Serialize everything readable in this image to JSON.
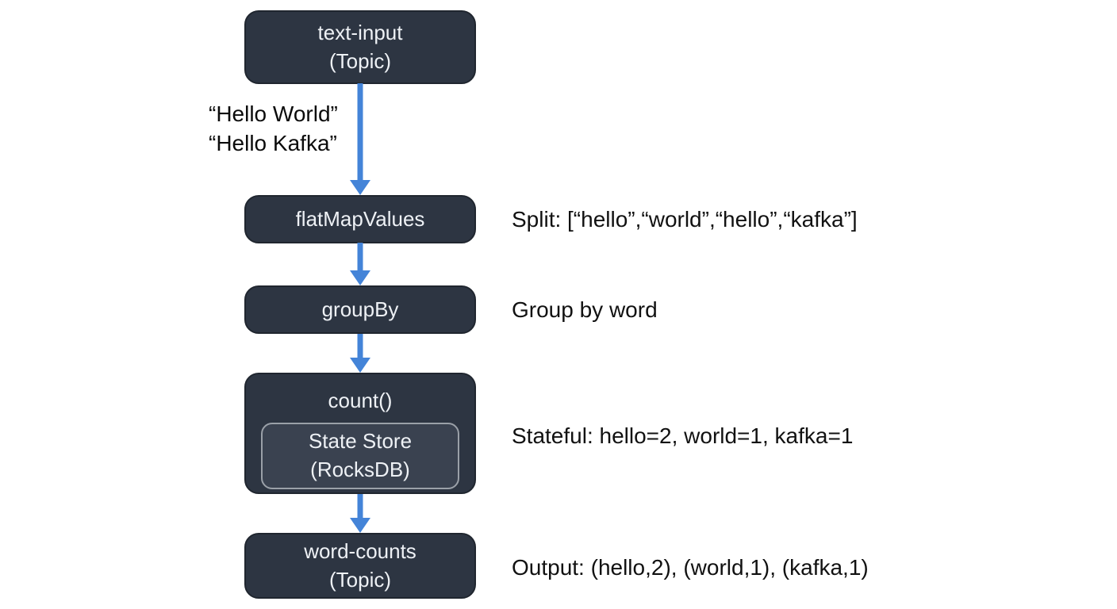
{
  "colors": {
    "background": "#ffffff",
    "node_fill": "#2d3542",
    "node_border": "#20262f",
    "node_text": "#eef1f5",
    "inner_node_fill": "#3a4250",
    "inner_node_border": "#9aa0a8",
    "arrow": "#4484d8",
    "annotation_text": "#111111"
  },
  "nodes": {
    "input_topic": {
      "line1": "text-input",
      "line2": "(Topic)"
    },
    "flat_map": {
      "label": "flatMapValues"
    },
    "group_by": {
      "label": "groupBy"
    },
    "count": {
      "label": "count()",
      "state_store_line1": "State Store",
      "state_store_line2": "(RocksDB)"
    },
    "output_topic": {
      "line1": "word-counts",
      "line2": "(Topic)"
    }
  },
  "edge_labels": {
    "input_messages": [
      "“Hello World”",
      "“Hello Kafka”"
    ]
  },
  "annotations": {
    "split": "Split: [“hello”,“world”,“hello”,“kafka”]",
    "group": "Group by word",
    "stateful": "Stateful: hello=2, world=1, kafka=1",
    "output": "Output: (hello,2), (world,1), (kafka,1)"
  }
}
